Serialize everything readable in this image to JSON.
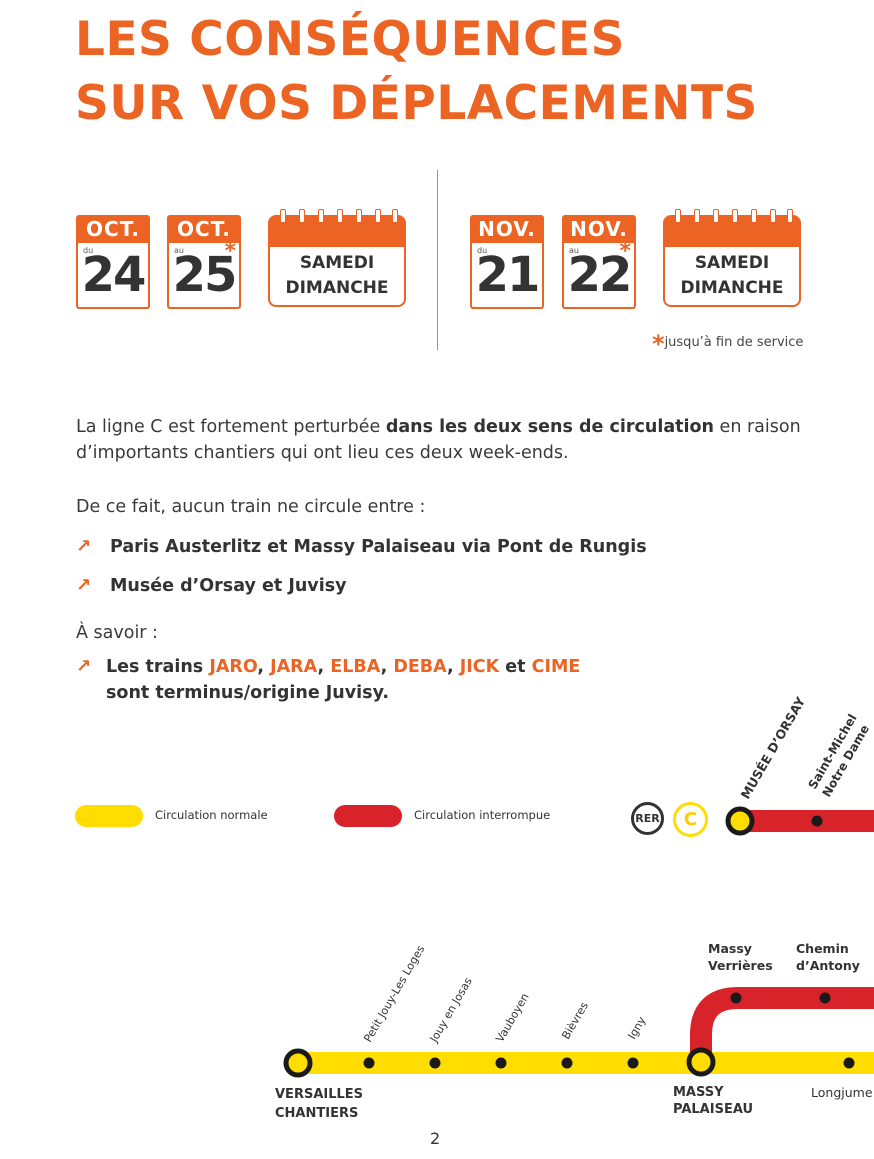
{
  "title": {
    "line1": "LES CONSÉQUENCES",
    "line2": "SUR VOS DÉPLACEMENTS"
  },
  "calendars": [
    {
      "month": "OCT.",
      "prefix": "du",
      "day": "24",
      "star": ""
    },
    {
      "month": "OCT.",
      "prefix": "au",
      "day": "25",
      "star": "*"
    },
    {
      "line1": "SAMEDI",
      "line2": "DIMANCHE"
    },
    {
      "month": "NOV.",
      "prefix": "du",
      "day": "21",
      "star": ""
    },
    {
      "month": "NOV.",
      "prefix": "au",
      "day": "22",
      "star": "*"
    },
    {
      "line1": "SAMEDI",
      "line2": "DIMANCHE"
    }
  ],
  "footnote": {
    "star": "*",
    "text": "jusqu’à fin de service"
  },
  "body": {
    "p1_a": "La ligne C est fortement perturbée ",
    "p1_b": "dans les deux sens de circulation",
    "p1_c": " en raison",
    "p1_d": "d’importants chantiers qui ont lieu ces deux week-ends.",
    "p2": "De ce fait, aucun train ne circule entre :",
    "bullet_arrow": "↗",
    "bullet1": "Paris Austerlitz et Massy Palaiseau via Pont de Rungis",
    "bullet2": "Musée d’Orsay et Juvisy",
    "p3": "À savoir :",
    "b3_lead": "Les trains ",
    "trains": [
      "JARO",
      "JARA",
      "ELBA",
      "DEBA",
      "JICK",
      "CIME"
    ],
    "sep_comma": ", ",
    "sep_et": " et ",
    "b3_tail": "sont terminus/origine Juvisy."
  },
  "legend": {
    "normal": {
      "label": "Circulation normale",
      "color": "#ffdd00"
    },
    "interrupted": {
      "label": "Circulation interrompue",
      "color": "#d8232a"
    }
  },
  "network": {
    "rer": "RER",
    "line": "C"
  },
  "stations": {
    "musee_orsay": "MUSÉE D’ORSAY",
    "saint_michel_1": "Saint-Michel",
    "saint_michel_2": "Notre Dame",
    "massy_verrieres_1": "Massy",
    "massy_verrieres_2": "Verrières",
    "chemin_antony_1": "Chemin",
    "chemin_antony_2": "d’Antony",
    "petit_jouy": "Petit Jouy-Les Loges",
    "jouy": "Jouy en Josas",
    "vauboyen": "Vauboyen",
    "bievres": "Bièvres",
    "igny": "Igny",
    "versailles_1": "VERSAILLES",
    "versailles_2": "CHANTIERS",
    "massy_pal_1": "MASSY",
    "massy_pal_2": "PALAISEAU",
    "longjumeau": "Longjume"
  },
  "page_number": "2"
}
